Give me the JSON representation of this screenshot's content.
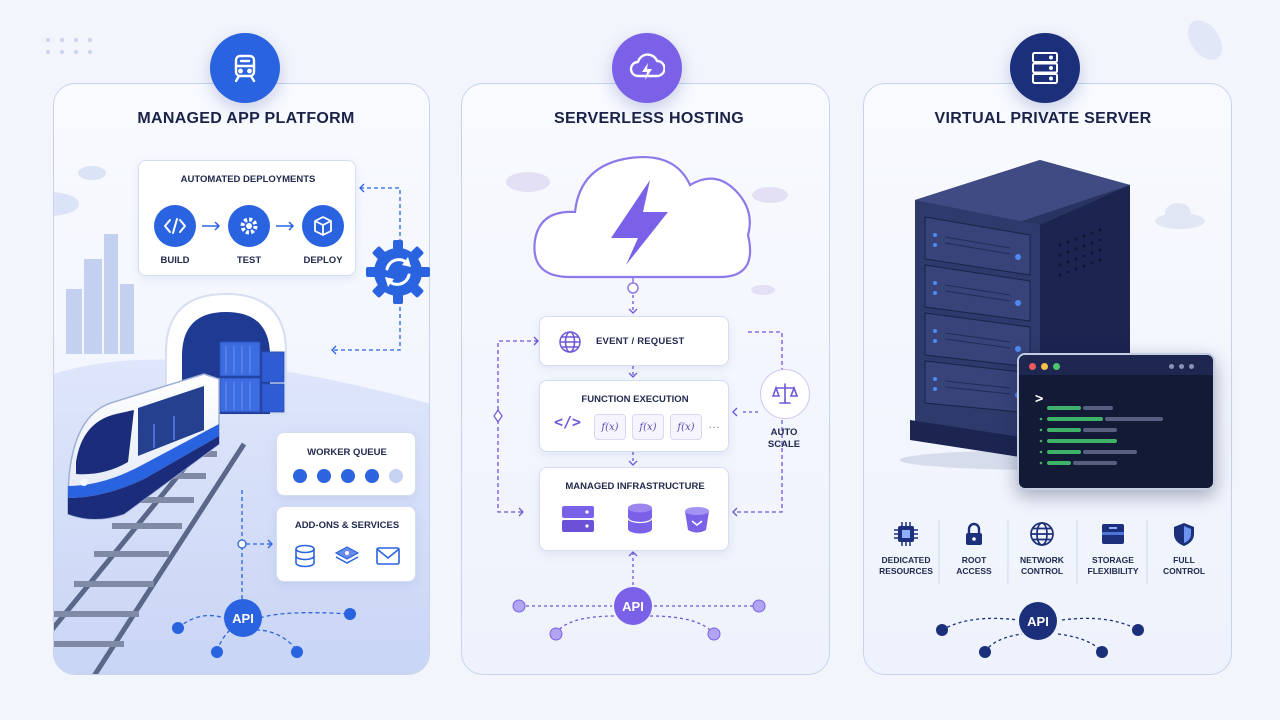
{
  "colors": {
    "app_accent": "#2a63e0",
    "serverless_accent": "#7b61e8",
    "vps_accent": "#1c2f7a",
    "background": "#f2f5fc"
  },
  "app": {
    "title": "MANAGED APP PLATFORM",
    "badge_icon": "train-icon",
    "deployments": {
      "title": "AUTOMATED DEPLOYMENTS",
      "steps": [
        {
          "label": "BUILD",
          "icon": "code-icon"
        },
        {
          "label": "TEST",
          "icon": "gear-icon"
        },
        {
          "label": "DEPLOY",
          "icon": "package-icon"
        }
      ]
    },
    "queue": {
      "title": "WORKER QUEUE"
    },
    "addons": {
      "title": "ADD-ONS & SERVICES",
      "icons": [
        "database-icon",
        "layers-icon",
        "mail-icon"
      ]
    },
    "api_label": "API"
  },
  "serverless": {
    "title": "SERVERLESS HOSTING",
    "badge_icon": "cloud-bolt-icon",
    "event_label": "EVENT / REQUEST",
    "function_label": "FUNCTION EXECUTION",
    "fx_labels": [
      "f(x)",
      "f(x)",
      "f(x)"
    ],
    "ellipsis": "…",
    "code_glyph": "</>",
    "auto_scale": [
      "AUTO",
      "SCALE"
    ],
    "infra_label": "MANAGED INFRASTRUCTURE",
    "api_label": "API"
  },
  "vps": {
    "title": "VIRTUAL PRIVATE SERVER",
    "badge_icon": "server-icon",
    "features": [
      {
        "l1": "DEDICATED",
        "l2": "RESOURCES",
        "icon": "chip-icon"
      },
      {
        "l1": "ROOT",
        "l2": "ACCESS",
        "icon": "lock-icon"
      },
      {
        "l1": "NETWORK",
        "l2": "CONTROL",
        "icon": "globe-icon"
      },
      {
        "l1": "STORAGE",
        "l2": "FLEXIBILITY",
        "icon": "storage-icon"
      },
      {
        "l1": "FULL",
        "l2": "CONTROL",
        "icon": "shield-icon"
      }
    ],
    "terminal_prompt": ">",
    "api_label": "API"
  }
}
